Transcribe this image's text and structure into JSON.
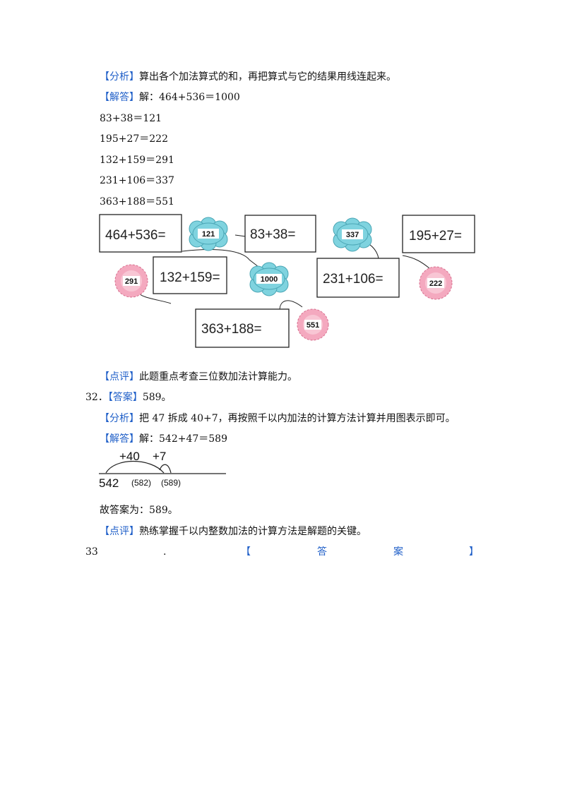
{
  "q31": {
    "analysis_tag": "【分析】",
    "analysis_text": "算出各个加法算式的和，再把算式与它的结果用线连起来。",
    "answer_tag": "【解答】",
    "answer_text": "解：464+536＝1000",
    "steps": [
      "83+38＝121",
      "195+27＝222",
      "132+159＝291",
      "231+106＝337",
      "363+188＝551"
    ],
    "figure": {
      "expressions": [
        "464+536=",
        "83+38=",
        "195+27=",
        "132+159=",
        "231+106=",
        "363+188="
      ],
      "results": [
        "121",
        "337",
        "291",
        "1000",
        "222",
        "551"
      ],
      "blue_color": "#7fd3df",
      "pink_color": "#f4a9bf"
    },
    "comment_tag": "【点评】",
    "comment_text": "此题重点考查三位数加法计算能力。"
  },
  "q32": {
    "number": "32．",
    "answer_tag": "【答案】",
    "answer_value": "589。",
    "analysis_tag": "【分析】",
    "analysis_text": "把 47 拆成 40+7，再按照千以内加法的计算方法计算并用图表示即可。",
    "solution_tag": "【解答】",
    "solution_text": "解：542+47＝589",
    "numberline": {
      "jump1": "+40",
      "jump2": "+7",
      "start": "542",
      "mid": "(582)",
      "end": "(589)"
    },
    "final_text": "故答案为：589。",
    "comment_tag": "【点评】",
    "comment_text": "熟练掌握千以内整数加法的计算方法是解题的关键。"
  },
  "q33": {
    "number": "33",
    "dot": ".",
    "bracket_open": "【",
    "char1": "答",
    "char2": "案",
    "bracket_close": "】"
  },
  "colors": {
    "tag_blue": "#1f5fc8"
  }
}
